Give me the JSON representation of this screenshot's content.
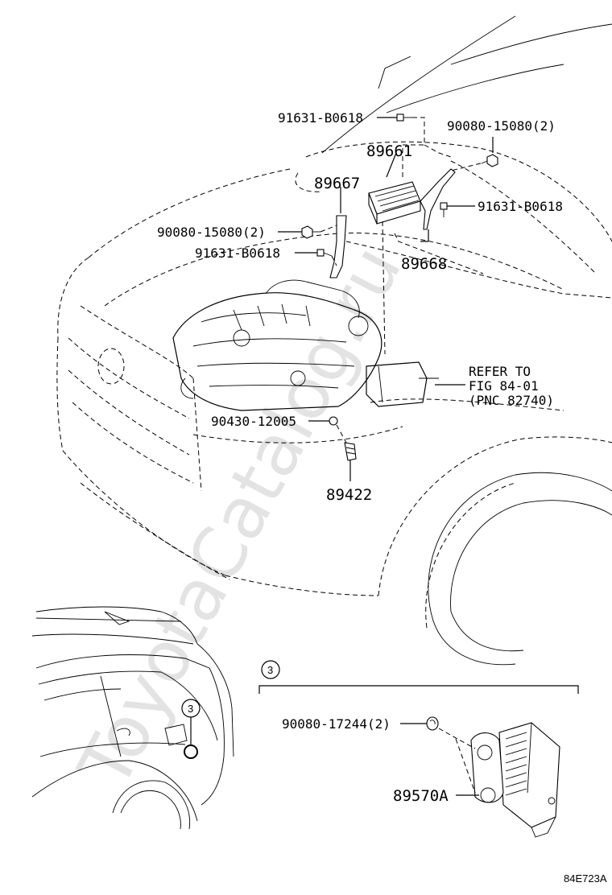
{
  "watermark": "ToyotaCatalog.ru",
  "labels": {
    "p_91631_top": "91631-B0618",
    "p_90080_15080_right": "90080-15080(2)",
    "p_89661": "89661",
    "p_89667": "89667",
    "p_91631_right": "91631-B0618",
    "p_90080_15080_left": "90080-15080(2)",
    "p_91631_left": "91631-B0618",
    "p_89668": "89668",
    "refer_line1": "REFER TO",
    "refer_line2": "FIG 84-01",
    "refer_line3": "(PNC 82740)",
    "p_90430": "90430-12005",
    "p_89422": "89422",
    "p_90080_17244": "90080-17244(2)",
    "p_89570a": "89570A",
    "callout_3_detail": "3",
    "callout_3_car": "3",
    "figure_code": "84E723A"
  }
}
